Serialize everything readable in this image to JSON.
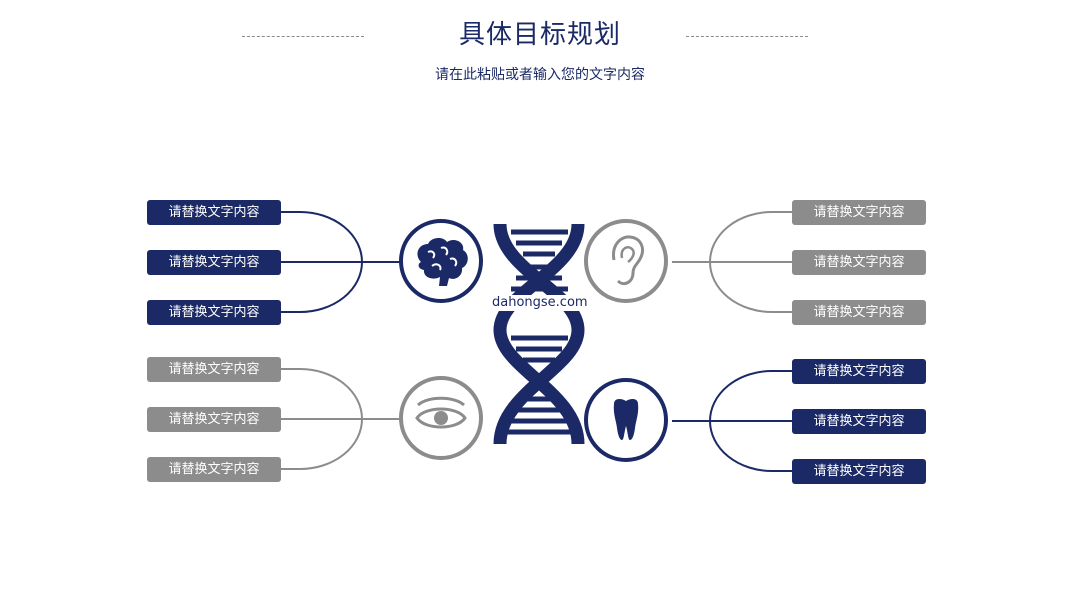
{
  "title": "具体目标规划",
  "subtitle": "请在此粘贴或者输入您的文字内容",
  "watermark": "dahongse.com",
  "colors": {
    "primary": "#1b2a66",
    "secondary": "#8c8c8c"
  },
  "groups": {
    "top_left": {
      "icon": "brain-icon",
      "items": [
        "请替换文字内容",
        "请替换文字内容",
        "请替换文字内容"
      ]
    },
    "bottom_left": {
      "icon": "eye-icon",
      "items": [
        "请替换文字内容",
        "请替换文字内容",
        "请替换文字内容"
      ]
    },
    "top_right": {
      "icon": "ear-icon",
      "items": [
        "请替换文字内容",
        "请替换文字内容",
        "请替换文字内容"
      ]
    },
    "bottom_right": {
      "icon": "tooth-icon",
      "items": [
        "请替换文字内容",
        "请替换文字内容",
        "请替换文字内容"
      ]
    }
  },
  "center_icon": "dna-icon"
}
